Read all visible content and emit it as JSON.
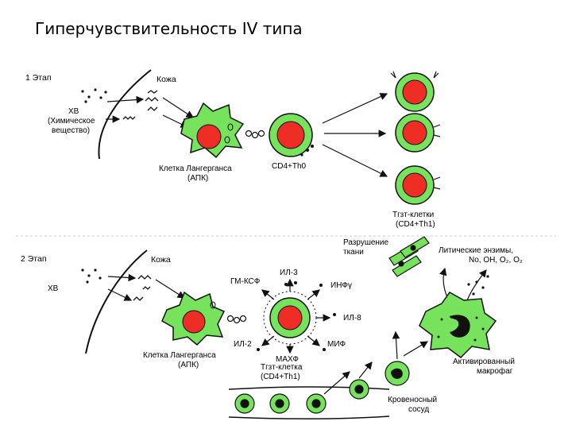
{
  "title": "Гиперчувствительность IV типа",
  "colors": {
    "cell_green": "#77e25b",
    "nucleus_red": "#ee2e25",
    "outline": "#1a1a1a"
  },
  "stage1": {
    "label": "1 Этап",
    "skin": "Кожа",
    "hv_line1": "ХВ",
    "hv_line2": "(Химическое",
    "hv_line3": "вещество)",
    "langerhans_line1": "Клетка Лангерганса",
    "langerhans_line2": "(АПК)",
    "cd4": "CD4+Th0",
    "tgzt_line1": "Тгзт-клетки",
    "tgzt_line2": "(CD4+Th1)"
  },
  "stage2": {
    "label": "2 Этап",
    "skin": "Кожа",
    "hv": "ХВ",
    "langerhans_line1": "Клетка Лангерганса",
    "langerhans_line2": "(АПК)",
    "gmksf": "ГМ-КСФ",
    "il3": "ИЛ-3",
    "infg": "ИНФγ",
    "il8": "ИЛ-8",
    "il2": "ИЛ-2",
    "mif": "МИФ",
    "makhf": "МАХФ",
    "tgzt_line1": "Тгзт-клетка",
    "tgzt_line2": "(CD4+Th1)",
    "damage_line1": "Разрушение",
    "damage_line2": "ткани",
    "enzymes_line1": "Литические энзимы,",
    "enzymes_line2": "No, OH, O₂, O₂",
    "macrophage_line1": "Активированный",
    "macrophage_line2": "макрофаг",
    "vessel_line1": "Кровеносный",
    "vessel_line2": "сосуд"
  }
}
